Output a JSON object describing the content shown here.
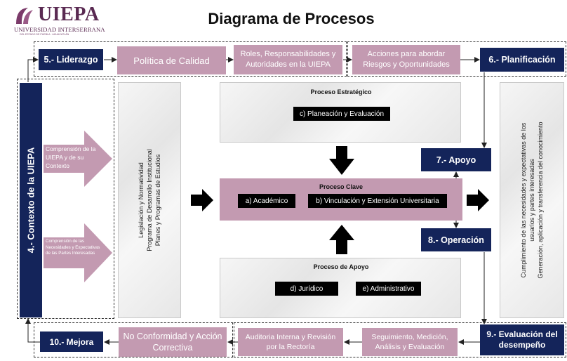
{
  "logo": {
    "name": "UIEPA",
    "subtitle": "UNIVERSIDAD INTERSERRANA",
    "tagline": "DEL ESTADO DE PUEBLA · AHUACATLÁN"
  },
  "title": "Diagrama de Procesos",
  "top_row": {
    "liderazgo": "5.- Liderazgo",
    "politica": "Política de Calidad",
    "roles": "Roles, Responsabilidades y Autoridades en la UIEPA",
    "acciones": "Acciones para abordar Riesgos y Oportunidades",
    "planificacion": "6.- Planificación"
  },
  "left": {
    "contexto": "4.- Contexto de la UIEPA",
    "comprension_contexto": "Comprensión de la UIEPA y de su Contexto",
    "comprension_necesidades": "Comprensión de las Necesidades y Expectativas de las Partes Interesadas"
  },
  "inputs_panel": {
    "lines": [
      "Legislación y Normatividad",
      "Programa de Desarrollo Institucional",
      "Planes y Programas de Estudios"
    ]
  },
  "estrategico": {
    "title": "Proceso Estratégico",
    "item": "c) Planeación y Evaluación"
  },
  "clave": {
    "title": "Proceso Clave",
    "academico": "a) Académico",
    "vinculacion": "b) Vinculación y Extensión Universitaria"
  },
  "apoyo_proc": {
    "title": "Proceso de Apoyo",
    "juridico": "d) Jurídico",
    "administrativo": "e) Administrativo"
  },
  "right": {
    "apoyo": "7.- Apoyo",
    "operacion": "8.- Operación",
    "outputs": [
      "Cumplimiento de las necesidades y expectativas de los",
      "usuarios y partes interesadas",
      "Generación, aplicación y transferencia del conocimiento"
    ]
  },
  "bottom_row": {
    "evaluacion": "9.- Evaluación del desempeño",
    "seguimiento": "Seguimiento, Medición, Análisis y Evaluación",
    "auditoria": "Auditoria Interna y Revisión por la Rectoría",
    "no_conformidad": "No Conformidad y Acción Correctiva",
    "mejora": "10.- Mejora"
  },
  "colors": {
    "navy": "#14245a",
    "pink": "#c39ab1",
    "black": "#000000",
    "panel": "#ebebeb"
  }
}
